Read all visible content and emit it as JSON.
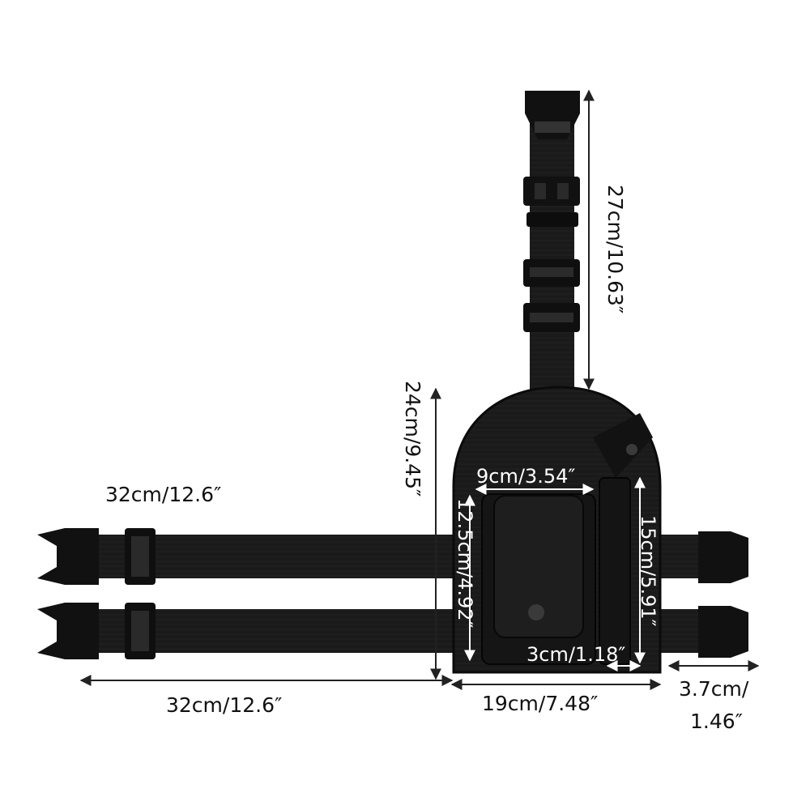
{
  "product": {
    "colors": {
      "fabric": "#1b1b1b",
      "fabric_dark": "#0c0c0c",
      "buckle": "#111111",
      "measure_line": "#222222"
    }
  },
  "measurements": {
    "top_strap_length": "27cm/10.63″",
    "panel_height": "24cm/9.45″",
    "upper_strap_length": "32cm/12.6″",
    "lower_strap_length": "32cm/12.6″",
    "pouch_width": "9cm/3.54″",
    "pouch_height": "12.5cm/4.92″",
    "sleeve_height": "15cm/5.91″",
    "sleeve_width": "3cm/1.18″",
    "panel_width": "19cm/7.48″",
    "strap_width_line1": "3.7cm/",
    "strap_width_line2": "1.46″"
  }
}
